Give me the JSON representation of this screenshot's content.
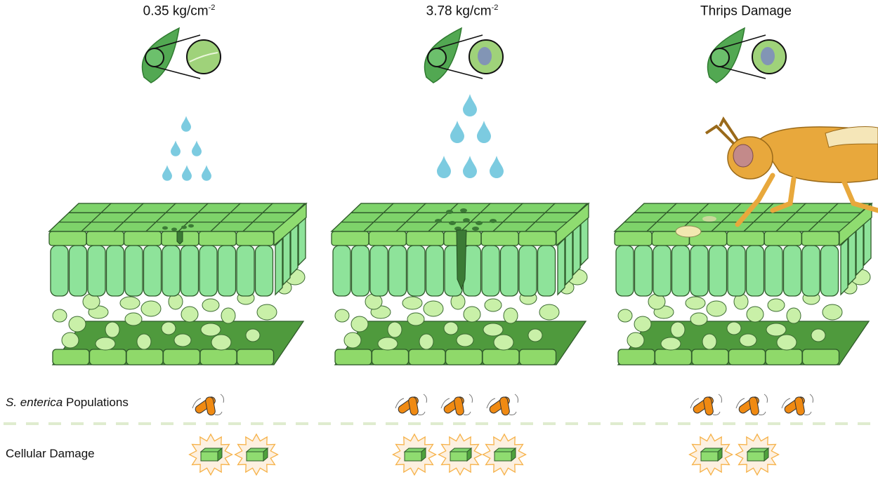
{
  "panels": [
    {
      "id": "low-pressure",
      "title": "0.35 kg/cm",
      "title_sup": "-2",
      "stress": "droplets-small",
      "bacteria_count": 1,
      "damage_count": 2
    },
    {
      "id": "high-pressure",
      "title": "3.78 kg/cm",
      "title_sup": "-2",
      "stress": "droplets-large",
      "bacteria_count": 3,
      "damage_count": 3
    },
    {
      "id": "thrips",
      "title": "Thrips Damage",
      "title_sup": "",
      "stress": "thrips-insect",
      "bacteria_count": 3,
      "damage_count": 2
    }
  ],
  "rows": {
    "populations": {
      "species": "S. enterica",
      "label": "Populations"
    },
    "damage": {
      "label": "Cellular Damage"
    }
  },
  "colors": {
    "leaf_light": "#8ee39a",
    "leaf_top": "#7ed36a",
    "leaf_dark": "#4f9a3d",
    "droplet": "#7ccbe0",
    "bacteria": "#f08a12",
    "damage_glow": "#f6b24a",
    "thrips": "#e8a83c",
    "divider": "#dfeccf"
  }
}
